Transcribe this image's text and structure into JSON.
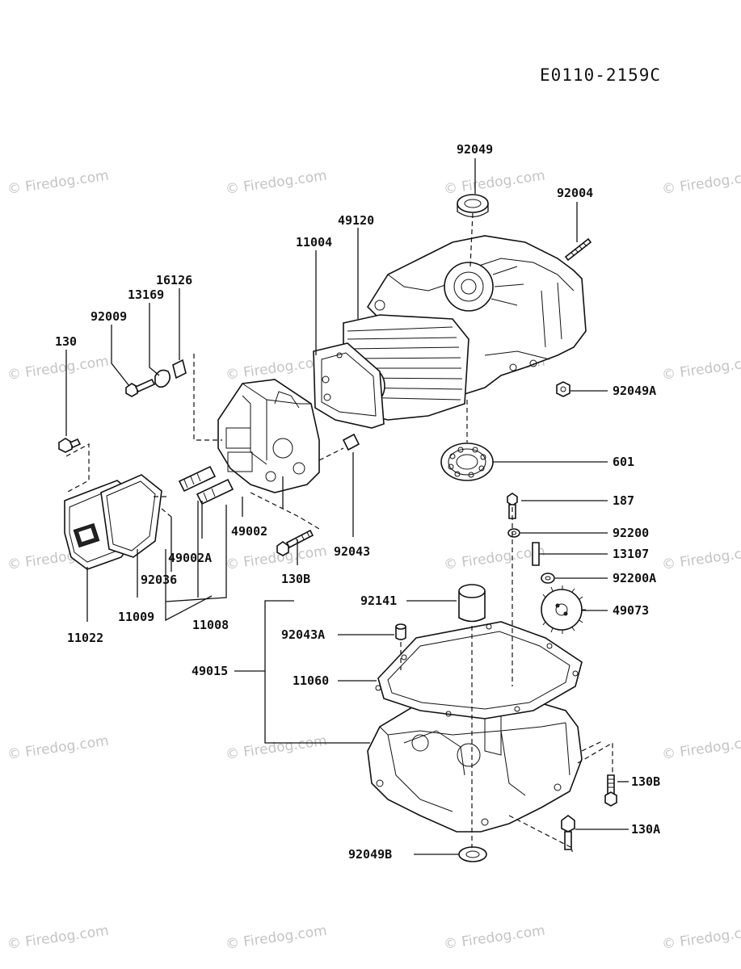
{
  "diagram_code": "E0110-2159C",
  "watermark": "© Firedog.com",
  "parts": {
    "p92049": "92049",
    "p92004": "92004",
    "p49120": "49120",
    "p11004": "11004",
    "p16126": "16126",
    "p13169": "13169",
    "p92009": "92009",
    "p130": "130",
    "p92049A": "92049A",
    "p601": "601",
    "p187": "187",
    "p92200": "92200",
    "p13107": "13107",
    "p92200A": "92200A",
    "p49073": "49073",
    "p49002": "49002",
    "p92043": "92043",
    "p49002A": "49002A",
    "p130B_top": "130B",
    "p92036": "92036",
    "p11009": "11009",
    "p11008": "11008",
    "p11022": "11022",
    "p92141": "92141",
    "p92043A": "92043A",
    "p49015": "49015",
    "p11060": "11060",
    "p130B_bottom": "130B",
    "p130A": "130A",
    "p92049B": "92049B"
  }
}
